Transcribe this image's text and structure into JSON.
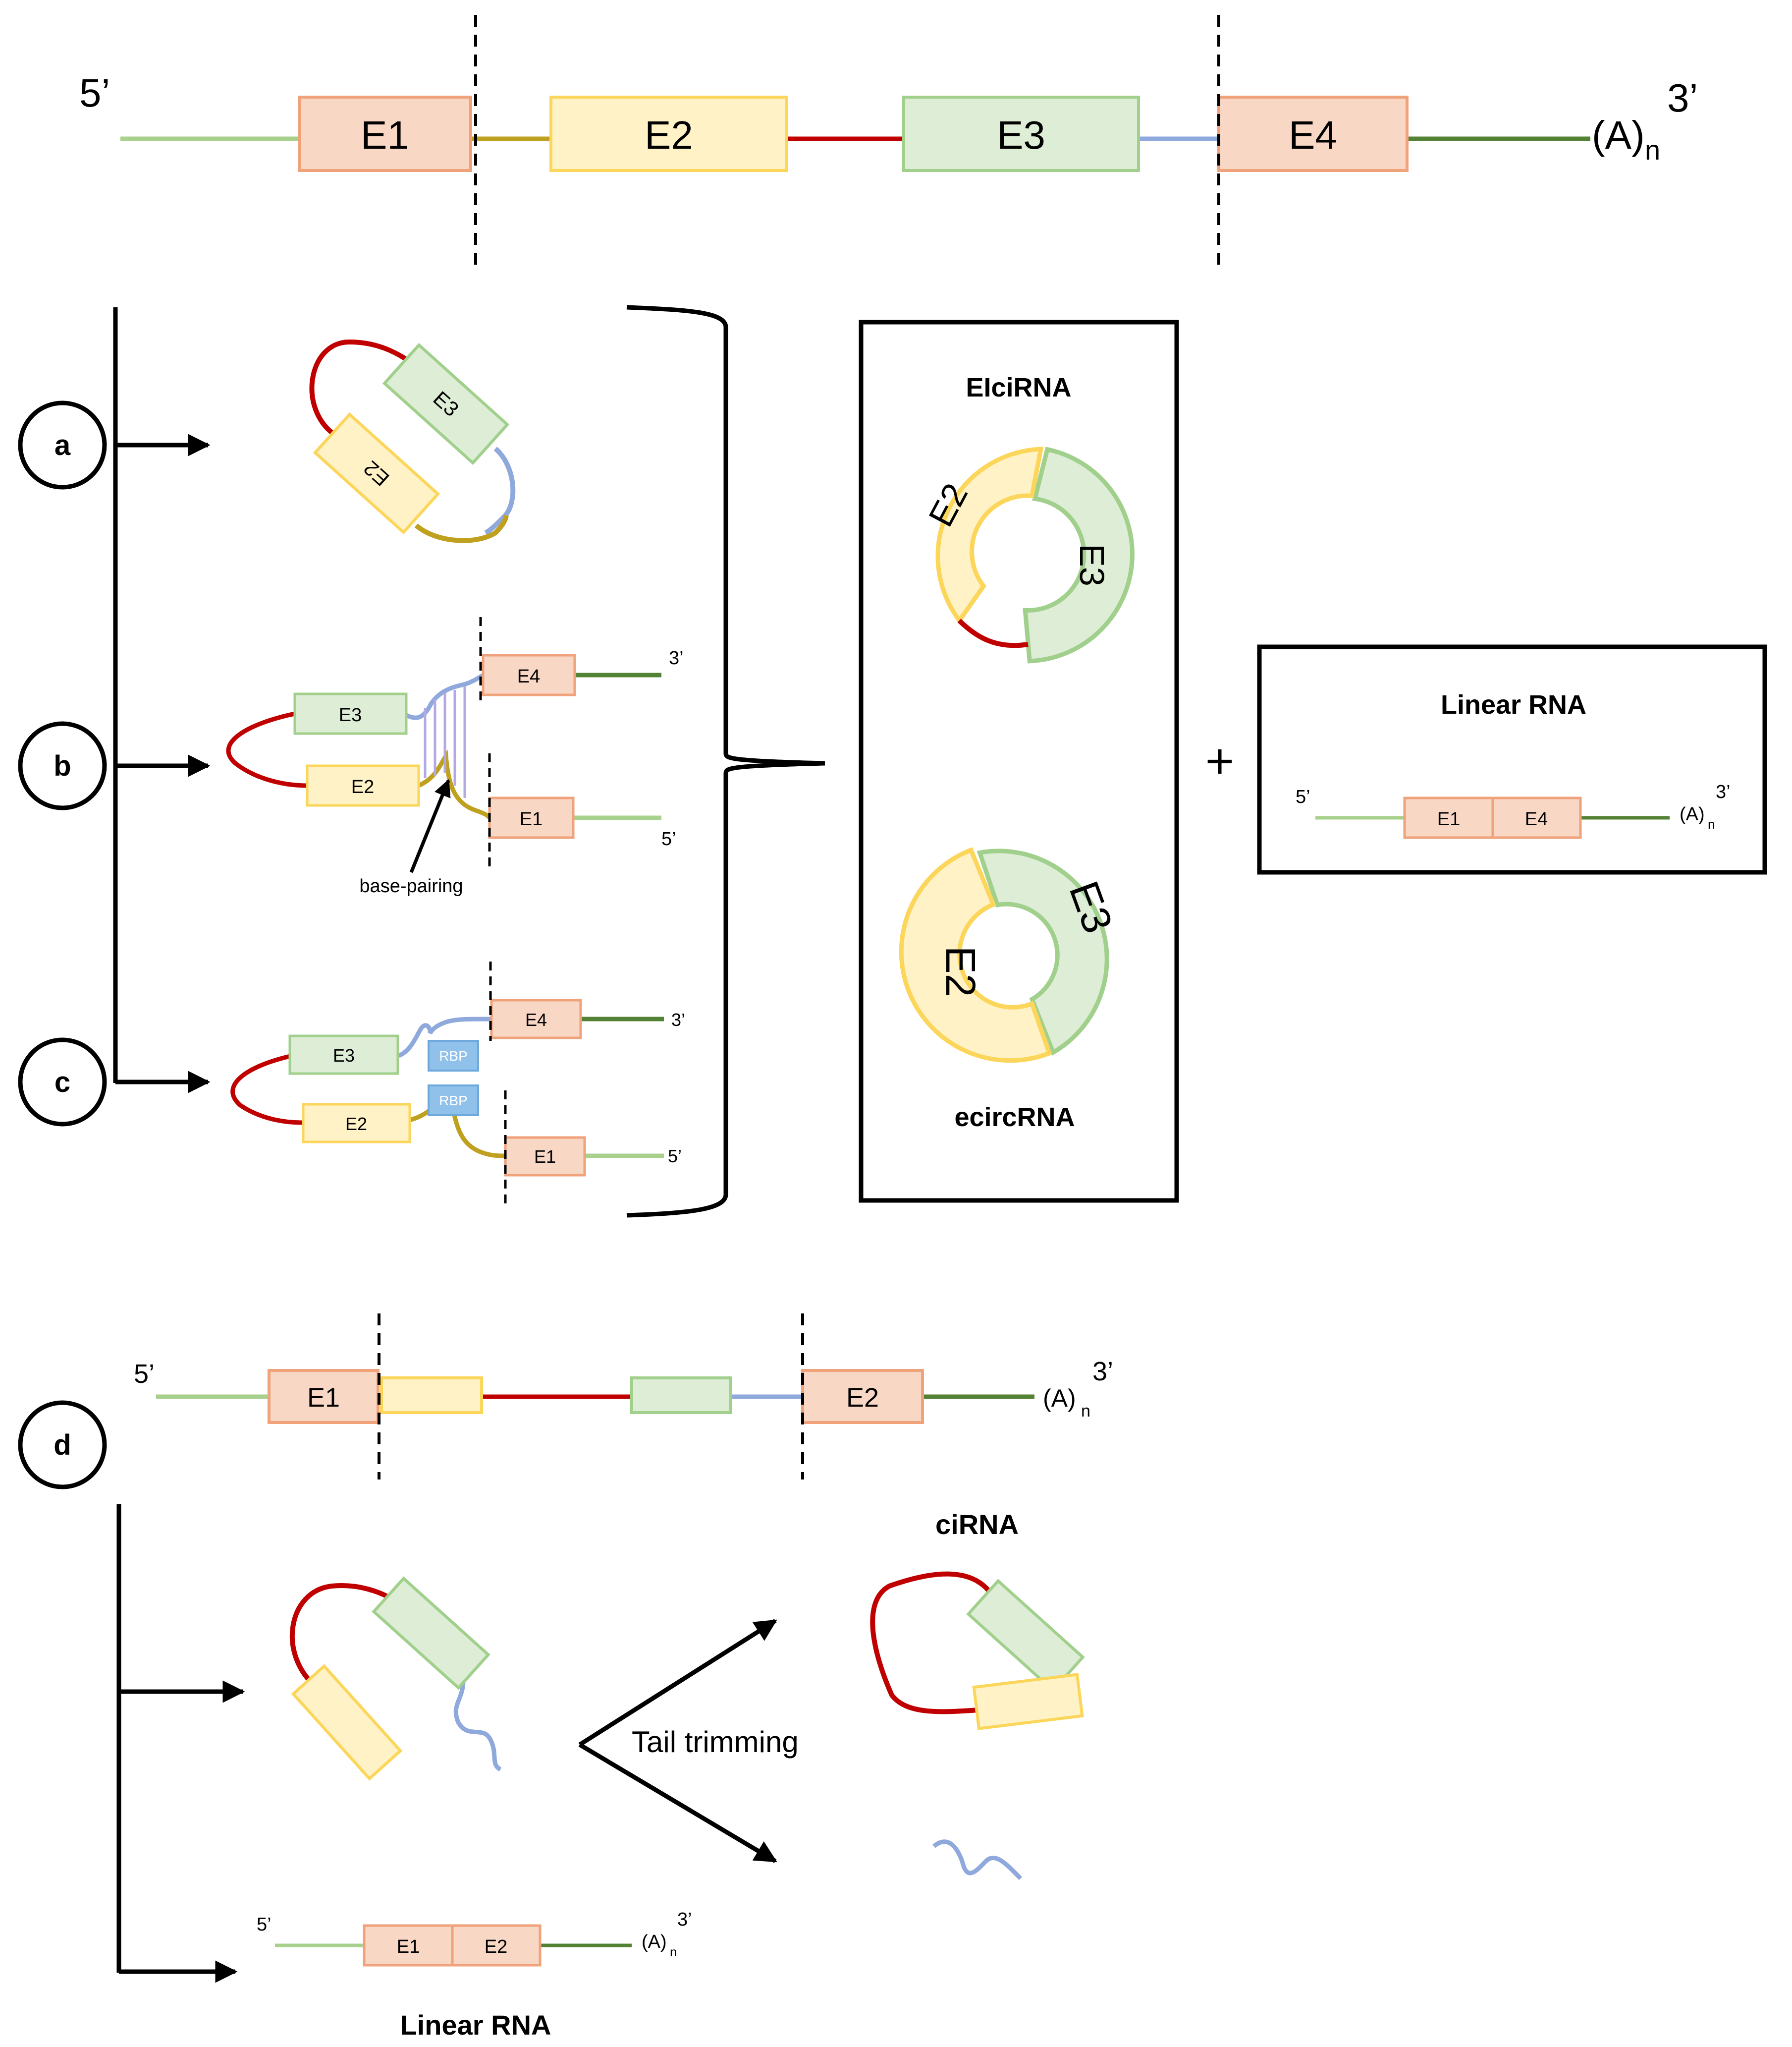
{
  "colors": {
    "e1_fill": "#f9d7c5",
    "e1_stroke": "#f0a27b",
    "e2_fill": "#fff2c6",
    "e2_stroke": "#fcd65a",
    "e3_fill": "#deedd6",
    "e3_stroke": "#a1d08c",
    "rbp_fill": "#8fc1ea",
    "rbp_stroke": "#6fa9dc",
    "intron1": "#bfa11f",
    "intron2": "#c00000",
    "intron3": "#8fa9dc",
    "flank5": "#a9d18e",
    "flank3": "#548235",
    "pairing": "#b4a7e5"
  },
  "top": {
    "five_prime": "5’",
    "three_prime": "3’",
    "poly_a": "(A)",
    "poly_a_sub": "n",
    "exons": [
      "E1",
      "E2",
      "E3",
      "E4"
    ]
  },
  "panel_a": {
    "circle": "a",
    "e2": "E2",
    "e3": "E3"
  },
  "panel_b": {
    "circle": "b",
    "e1": "E1",
    "e2": "E2",
    "e3": "E3",
    "e4": "E4",
    "three_prime": "3’",
    "five_prime": "5’",
    "pairing_label": "base-pairing"
  },
  "panel_c": {
    "circle": "c",
    "e1": "E1",
    "e2": "E2",
    "e3": "E3",
    "e4": "E4",
    "rbp_top": "RBP",
    "rbp_bottom": "RBP",
    "three_prime": "3’",
    "five_prime": "5’"
  },
  "products_box": {
    "elcirna_title": "EIciRNA",
    "ecirna_title": "ecircRNA",
    "elci_e2": "E2",
    "elci_e3": "E3",
    "ecirc_e2": "E2",
    "ecirc_e3": "E3"
  },
  "plus_sign": "+",
  "linear_box": {
    "title": "Linear RNA",
    "five_prime": "5’",
    "three_prime": "3’",
    "poly_a": "(A)",
    "poly_a_sub": "n",
    "e1": "E1",
    "e4": "E4"
  },
  "panel_d": {
    "circle": "d",
    "five_prime": "5’",
    "three_prime": "3’",
    "poly_a": "(A)",
    "poly_a_sub": "n",
    "e1": "E1",
    "e2": "E2",
    "cirna_title": "ciRNA",
    "tail_trimming": "Tail trimming",
    "linear_title": "Linear RNA",
    "linear_five_prime": "5’",
    "linear_three_prime": "3’",
    "linear_poly_a": "(A)",
    "linear_poly_a_sub": "n",
    "linear_e1": "E1",
    "linear_e2": "E2"
  }
}
